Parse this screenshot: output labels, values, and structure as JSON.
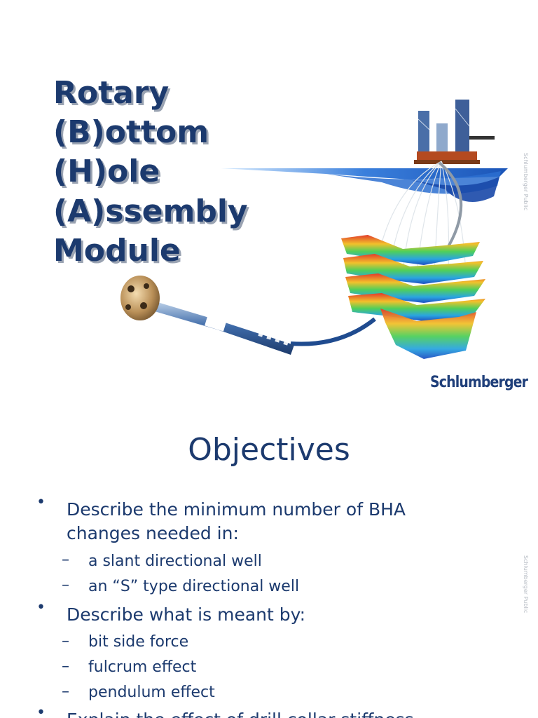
{
  "slide1": {
    "title_lines": [
      "Rotary",
      "(B)ottom",
      "(H)ole",
      "(A)ssembly",
      "Module"
    ],
    "side_label": "Schlumberger Public",
    "logo": "Schlumberger",
    "illustration_icons": [
      "drill-bit-icon",
      "offshore-rig-icon",
      "reservoir-layers-icon"
    ]
  },
  "slide2": {
    "title": "Objectives",
    "side_label": "Schlumberger Public",
    "bullets": [
      {
        "text": "Describe the minimum number of BHA",
        "text2": "changes needed in:",
        "subs": [
          "a slant directional well",
          " an “S” type directional well"
        ]
      },
      {
        "text": "Describe what is meant by:",
        "subs": [
          "bit side force",
          "fulcrum effect",
          "pendulum effect"
        ]
      },
      {
        "text": "Explain the effect of drill collar stiffness"
      }
    ]
  },
  "colors": {
    "title": "#1c3a6e",
    "logo": "#1f3f7a",
    "side_label": "#b9bec6"
  }
}
